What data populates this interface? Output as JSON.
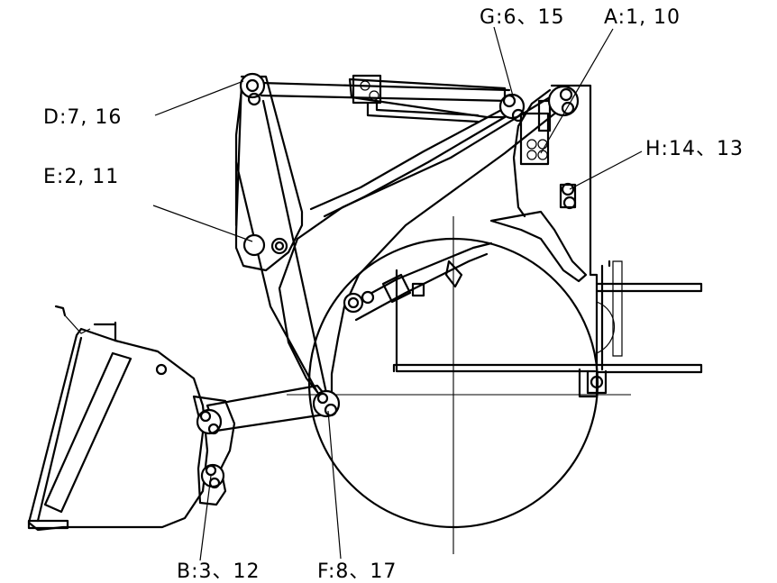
{
  "labels": {
    "A": "A:1, 10",
    "B": "B:3、12",
    "D": "D:7, 16",
    "E": "E:2, 11",
    "F": "F:8、17",
    "G": "G:6、15",
    "H": "H:14、13"
  }
}
